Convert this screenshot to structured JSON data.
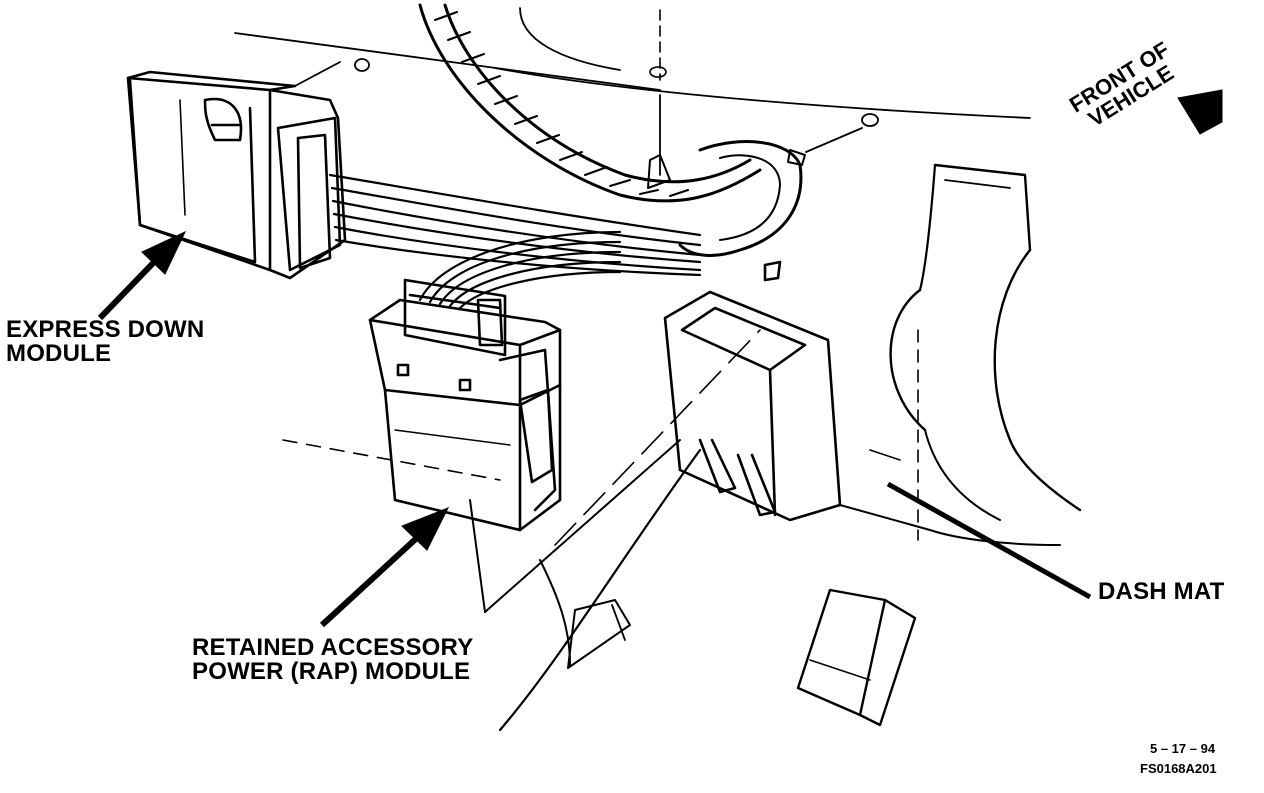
{
  "labels": {
    "express_down_line1": "EXPRESS DOWN",
    "express_down_line2": "MODULE",
    "rap_line1": "RETAINED ACCESSORY",
    "rap_line2": "POWER (RAP) MODULE",
    "dash_mat": "DASH MAT",
    "front_of_vehicle_line1": "FRONT OF",
    "front_of_vehicle_line2": "VEHICLE",
    "date": "5 – 17 – 94",
    "figure_code": "FS0168A201"
  }
}
